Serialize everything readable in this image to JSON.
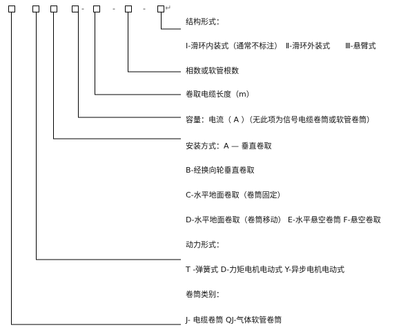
{
  "code_format": {
    "separators": [
      "-",
      "-",
      "-"
    ],
    "return_mark": "↵"
  },
  "labels": {
    "structure_title": "结构形式：",
    "structure_options": "Ⅰ-滑环内装式（通常不标注）　Ⅱ-滑环外装式　　Ⅲ-悬臂式",
    "phase_count": "相数或软管根数",
    "cable_length": "卷取电缆长度（m）",
    "capacity": "容量：电流（ A ）（无此项为信号电缆卷筒或软管卷筒）",
    "install_title": "安装方式：A — 垂直卷取",
    "install_b": "B-经换向轮垂直卷取",
    "install_c": "C-水平地面卷取（卷筒固定）",
    "install_def": "D-水平地面卷取（卷筒移动） E-水平悬空卷筒 F-悬空卷取",
    "power_title": "动力形式：",
    "power_options": "T -弹簧式 D-力矩电机电动式 Y-异步电机电动式",
    "reel_title": "卷筒类别：",
    "reel_options": "J- 电缆卷筒 QJ-气体软管卷筒"
  }
}
